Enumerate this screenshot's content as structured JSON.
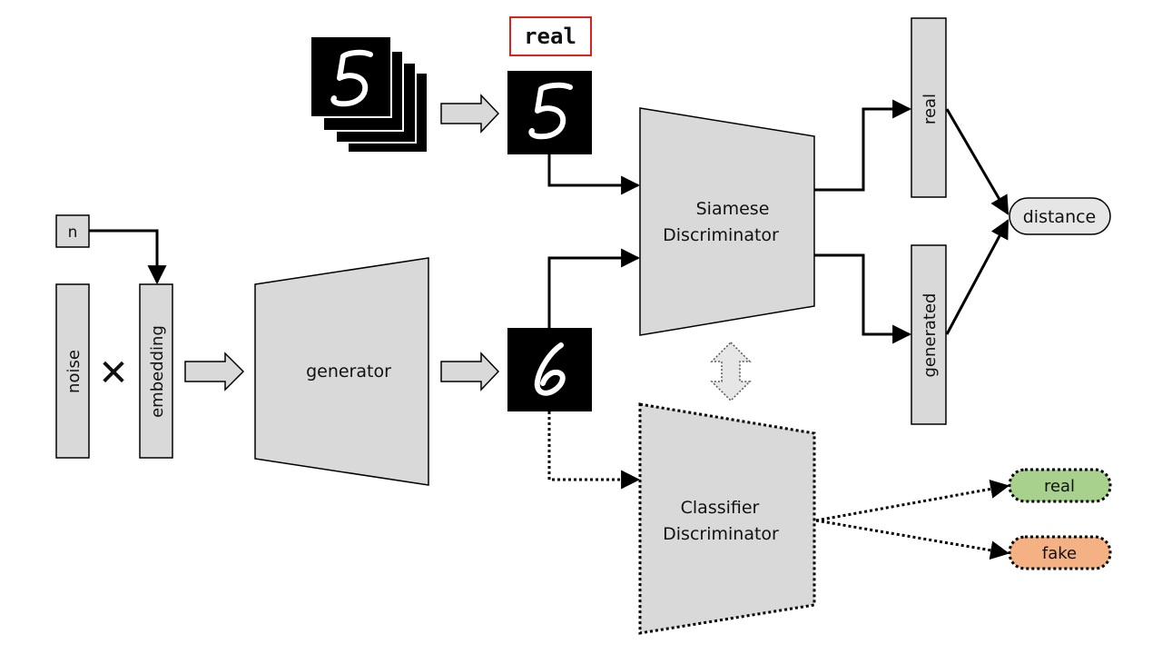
{
  "labels": {
    "real_badge": "real",
    "n": "n",
    "noise": "noise",
    "embedding": "embedding",
    "multiply": "✕",
    "generator": "generator",
    "siamese_line1": "Siamese",
    "siamese_line2": "Discriminator",
    "classifier_line1": "Classifier",
    "classifier_line2": "Discriminator",
    "out_real_vertical": "real",
    "out_generated_vertical": "generated",
    "distance": "distance",
    "cls_real": "real",
    "cls_fake": "fake"
  },
  "colors": {
    "block_fill": "#d9d9d9",
    "stroke": "#000000",
    "real_badge_border": "#e0201b",
    "real_output_fill": "#a9d18e",
    "fake_output_fill": "#f4b183"
  }
}
